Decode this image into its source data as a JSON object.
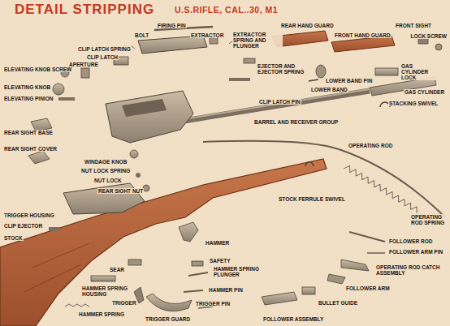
{
  "diagram": {
    "title": "DETAIL STRIPPING",
    "labels": [
      "U.S.RIFLE, CAL..30, M1",
      "FIRING PIN",
      "REAR HAND GUARD",
      "FRONT SIGHT",
      "BOLT",
      "EXTRACTOR",
      "EXTRACTOR SPRING AND PLUNGER",
      "FRONT HAND GUARD",
      "LOCK SCREW",
      "CLIP LATCH SPRING",
      "CLIP LATCH",
      "APERTURE",
      "EJECTOR AND EJECTOR SPRING",
      "GAS CYLINDER LOCK",
      "ELEVATING KNOB SCREW",
      "LOWER BAND PIN",
      "GAS CYLINDER",
      "ELEVATING KNOB",
      "LOWER BAND",
      "ELEVATING PINION",
      "CLIP LATCH PIN",
      "STACKING SWIVEL",
      "BARREL AND RECEIVER GROUP",
      "REAR SIGHT BASE",
      "OPERATING ROD",
      "REAR SIGHT COVER",
      "WINDAGE KNOB",
      "NUT LOCK SPRING",
      "NUT LOCK",
      "REAR SIGHT NUT",
      "STOCK FERRULE SWIVEL",
      "TRIGGER HOUSING",
      "CLIP EJECTOR",
      "STOCK",
      "OPERATING ROD SPRING",
      "HAMMER",
      "FOLLOWER ROD",
      "SAFETY",
      "FOLLOWER ARM PIN",
      "SEAR",
      "HAMMER SPRING PLUNGER",
      "OPERATING ROD CATCH ASSEMBLY",
      "HAMMER SPRING HOUSING",
      "HAMMER PIN",
      "FOLLOWER ARM",
      "TRIGGER",
      "TRIGGER PIN",
      "BULLET GUIDE",
      "HAMMER SPRING",
      "TRIGGER GUARD",
      "FOLLOWER ASSEMBLY"
    ]
  }
}
